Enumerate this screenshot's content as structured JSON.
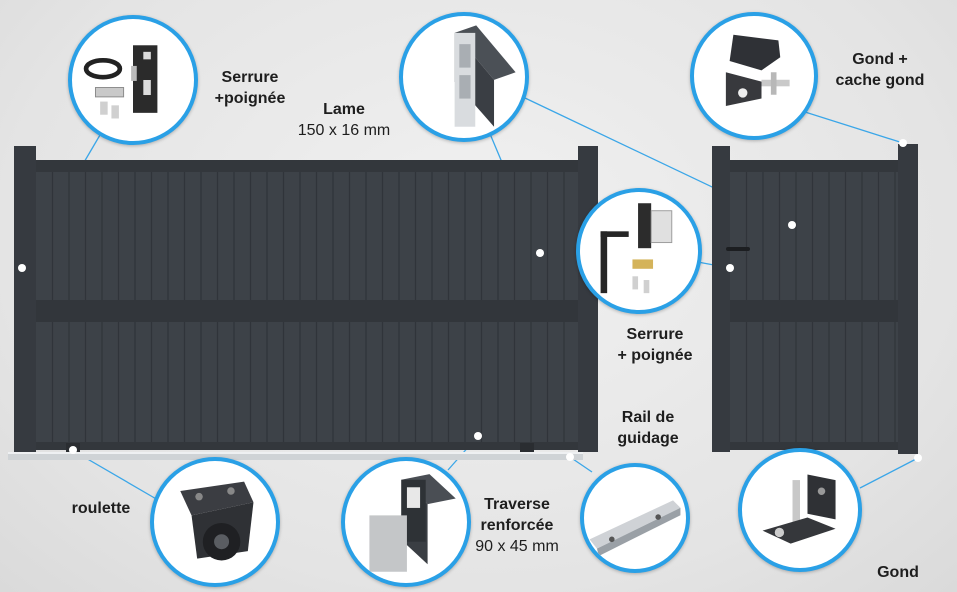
{
  "labels": {
    "serrure_left": [
      "Serrure",
      "+poignée"
    ],
    "lame": [
      "Lame",
      "150 x 16 mm"
    ],
    "gond_cache": [
      "Gond +",
      "cache gond"
    ],
    "serrure_right": [
      "Serrure",
      "+ poignée"
    ],
    "rail": [
      "Rail de",
      "guidage"
    ],
    "roulette": "roulette",
    "traverse": [
      "Traverse",
      "renforcée",
      "90 x 45 mm"
    ],
    "gond": "Gond"
  },
  "icons": {
    "lock_set": "mortise-lock-icon",
    "lame_profile": "slat-profile-icon",
    "hinge_cover": "hinge-cover-icon",
    "lock_handle": "lock-handle-icon",
    "roller": "roller-icon",
    "crossbar": "crossbar-profile-icon",
    "rail": "guide-rail-icon",
    "hinge": "hinge-icon"
  },
  "colors": {
    "gate": "#3b4046",
    "gate_line": "#2f3338",
    "accent": "#2aa0e6",
    "background": "#e6e6e6"
  }
}
